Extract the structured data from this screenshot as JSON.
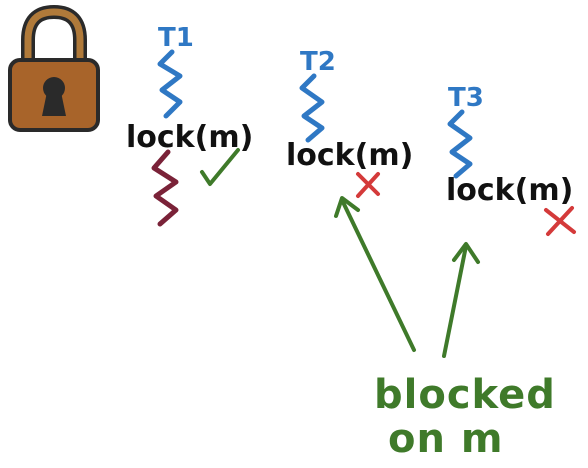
{
  "colors": {
    "thread": "#2f78c4",
    "critical": "#7a2238",
    "ok": "#3f7a2a",
    "blocked": "#d43a3a",
    "lock_body": "#a8642a",
    "lock_outline": "#2a2a2a",
    "text": "#111111"
  },
  "lock_icon": "padlock-icon",
  "threads": [
    {
      "label": "T1",
      "call": "lock(m)",
      "status": "acquired",
      "status_icon": "checkmark-icon"
    },
    {
      "label": "T2",
      "call": "lock(m)",
      "status": "blocked",
      "status_icon": "cross-icon"
    },
    {
      "label": "T3",
      "call": "lock(m)",
      "status": "blocked",
      "status_icon": "cross-icon"
    }
  ],
  "annotation": {
    "line1": "blocked",
    "line2": "on m"
  }
}
